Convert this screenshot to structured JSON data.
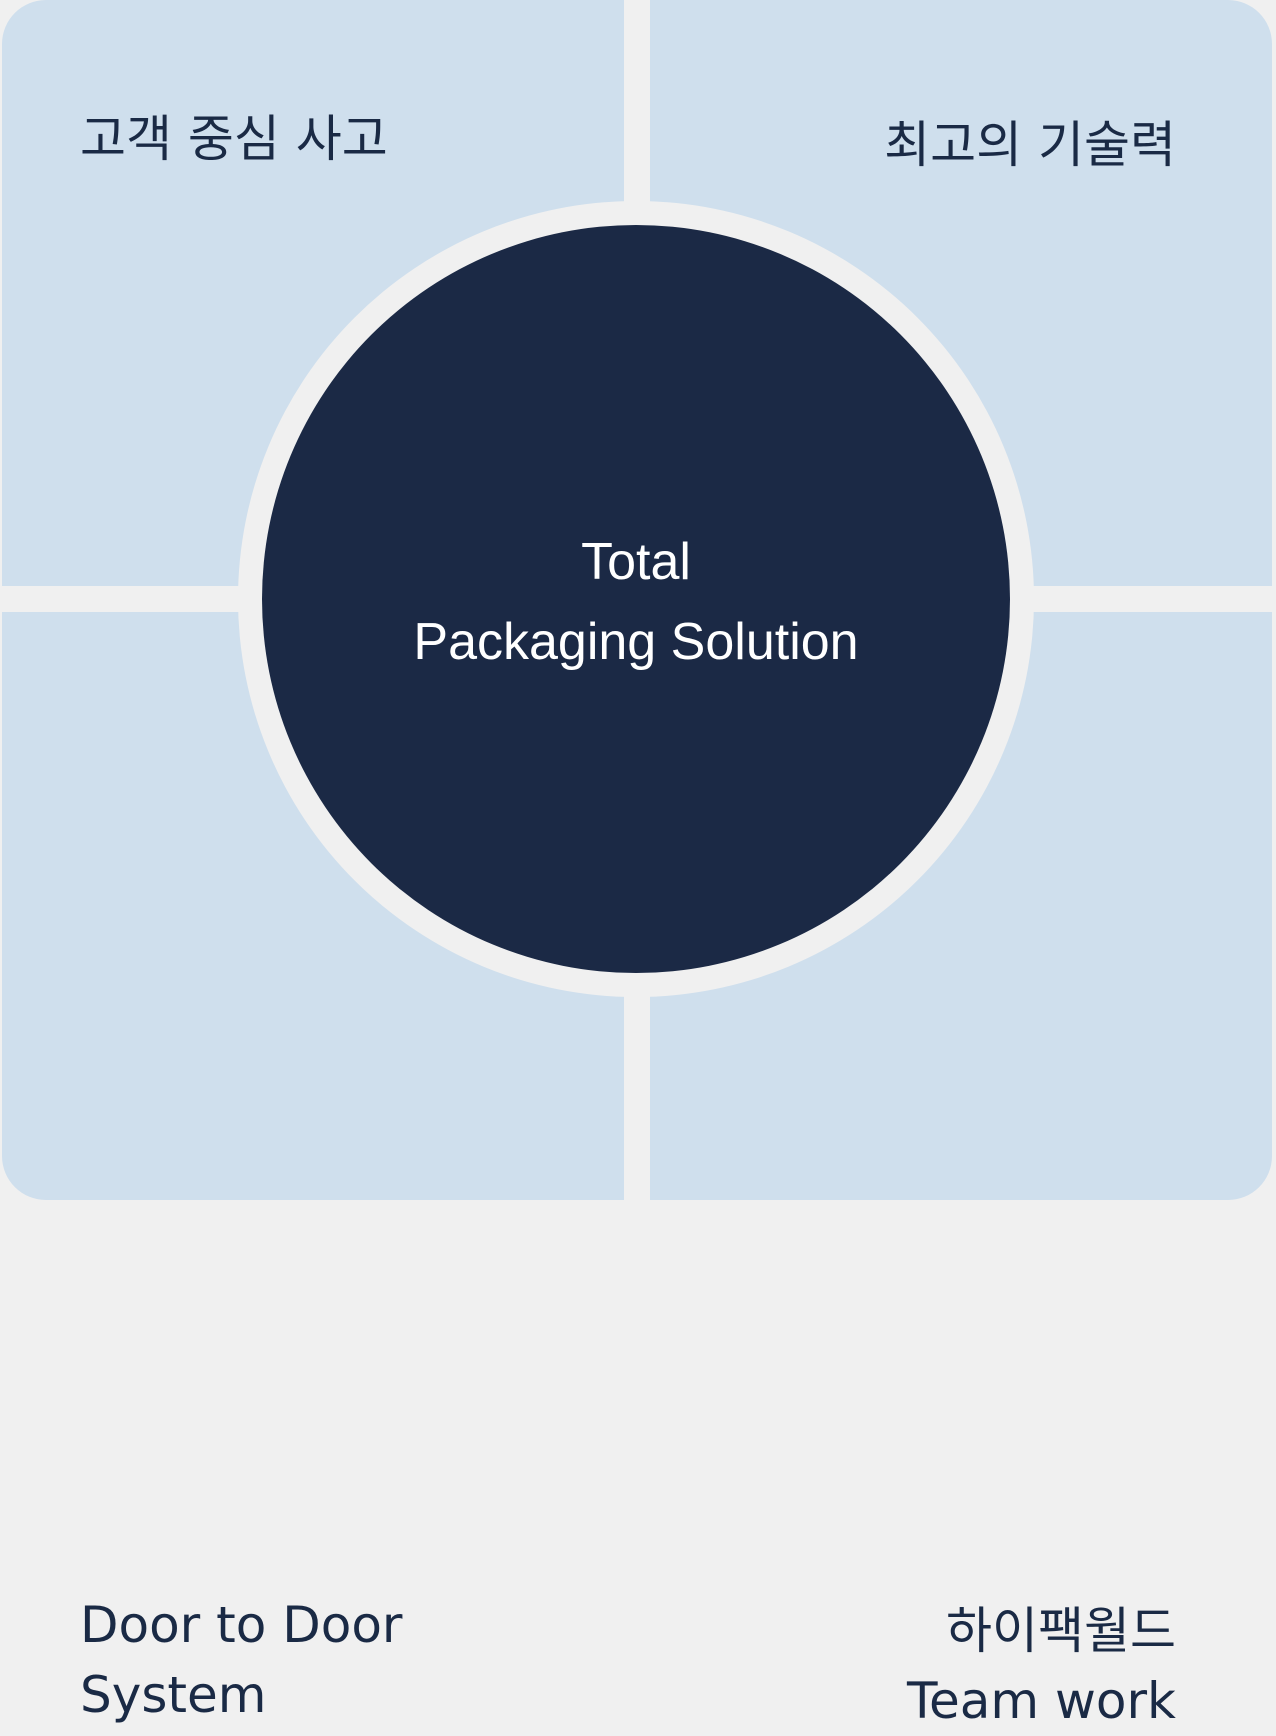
{
  "quadrants": {
    "top_left": {
      "line1": "고객 중심 사고"
    },
    "top_right": {
      "line1": "최고의 기술력"
    },
    "bottom_left": {
      "line1": "Door to Door",
      "line2": "System"
    },
    "bottom_right": {
      "line1": "하이팩월드",
      "line2": "Team work"
    }
  },
  "center": {
    "line1": "Total",
    "line2": "Packaging Solution"
  },
  "colors": {
    "background": "#f0f0f0",
    "quadrant": "#cfdfed",
    "center": "#1b2945",
    "label": "#1a2a45",
    "center_text": "#ffffff"
  }
}
